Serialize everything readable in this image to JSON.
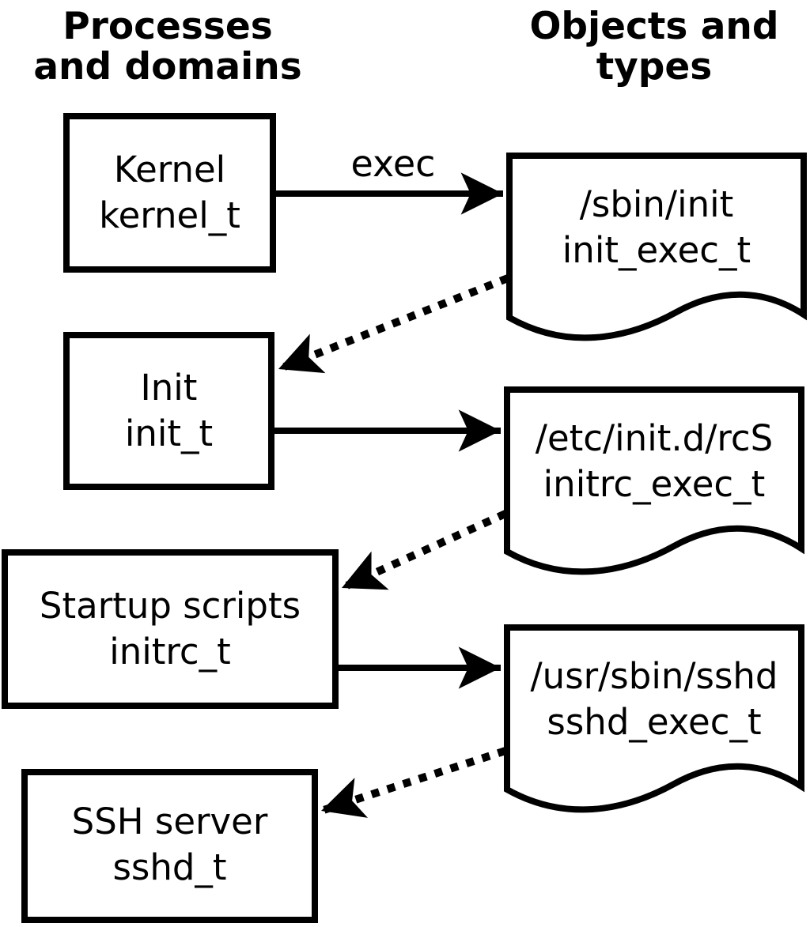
{
  "colors": {
    "ink": "#000000",
    "background": "#ffffff"
  },
  "headers": {
    "left": {
      "line1": "Processes",
      "line2": "and domains"
    },
    "right": {
      "line1": "Objects and",
      "line2": "types"
    }
  },
  "process_boxes": [
    {
      "label": "Kernel",
      "type": "kernel_t"
    },
    {
      "label": "Init",
      "type": "init_t"
    },
    {
      "label": "Startup scripts",
      "type": "initrc_t"
    },
    {
      "label": "SSH server",
      "type": "sshd_t"
    }
  ],
  "object_docs": [
    {
      "path": "/sbin/init",
      "type": "init_exec_t"
    },
    {
      "path": "/etc/init.d/rcS",
      "type": "initrc_exec_t"
    },
    {
      "path": "/usr/sbin/sshd",
      "type": "sshd_exec_t"
    }
  ],
  "edges": {
    "exec_label": "exec",
    "solid": [
      {
        "from": "kernel_t",
        "to": "/sbin/init",
        "label": "exec"
      },
      {
        "from": "init_t",
        "to": "/etc/init.d/rcS",
        "label": ""
      },
      {
        "from": "initrc_t",
        "to": "/usr/sbin/sshd",
        "label": ""
      }
    ],
    "dotted": [
      {
        "from": "/sbin/init",
        "to": "init_t"
      },
      {
        "from": "/etc/init.d/rcS",
        "to": "initrc_t"
      },
      {
        "from": "/usr/sbin/sshd",
        "to": "sshd_t"
      }
    ]
  }
}
